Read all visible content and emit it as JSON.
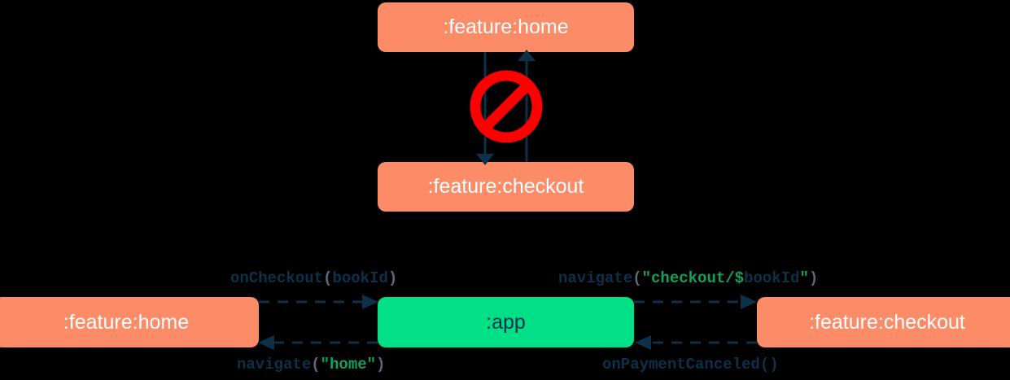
{
  "diagram": {
    "title": "module navigation dependency diagram",
    "colors": {
      "feature_module": "#FC8C68",
      "app_module": "#02E087",
      "arrow": "#0D3149",
      "forbidden": "#FF0000",
      "string_literal": "#14A05A",
      "paren": "#5B6B73",
      "feature_label_text": "#FFFFFF",
      "app_label_text": "#0D3149",
      "background": "#000000"
    },
    "top_section": {
      "nodes": [
        {
          "id": "home-top",
          "label": ":feature:home",
          "type": "feature"
        },
        {
          "id": "checkout-top",
          "label": ":feature:checkout",
          "type": "feature"
        }
      ],
      "edges": [
        {
          "id": "home-to-checkout",
          "from": ":feature:home",
          "to": ":feature:checkout",
          "direction": "down",
          "style": "solid",
          "label": ""
        },
        {
          "id": "checkout-to-home",
          "from": ":feature:checkout",
          "to": ":feature:home",
          "direction": "up",
          "style": "solid",
          "label": ""
        }
      ],
      "annotation": {
        "icon": "prohibition-sign",
        "meaning": "direct dependency between feature modules is not allowed"
      }
    },
    "bottom_section": {
      "nodes": [
        {
          "id": "home-bottom",
          "label": ":feature:home",
          "type": "feature"
        },
        {
          "id": "app",
          "label": ":app",
          "type": "app"
        },
        {
          "id": "checkout-bottom",
          "label": ":feature:checkout",
          "type": "feature"
        }
      ],
      "edges": [
        {
          "id": "home-to-app",
          "from": ":feature:home",
          "to": ":app",
          "direction": "right",
          "style": "dashed",
          "label_plain": "onCheckout(bookId)",
          "label_tokens": [
            {
              "text": "onCheckout",
              "kind": "fn"
            },
            {
              "text": "(",
              "kind": "paren"
            },
            {
              "text": "bookId",
              "kind": "ident"
            },
            {
              "text": ")",
              "kind": "paren"
            }
          ]
        },
        {
          "id": "app-to-checkout",
          "from": ":app",
          "to": ":feature:checkout",
          "direction": "right",
          "style": "dashed",
          "label_plain": "navigate(\"checkout/$bookId\")",
          "label_tokens": [
            {
              "text": "navigate",
              "kind": "fn"
            },
            {
              "text": "(",
              "kind": "paren"
            },
            {
              "text": "\"checkout/$",
              "kind": "str"
            },
            {
              "text": "bookId",
              "kind": "ident"
            },
            {
              "text": "\"",
              "kind": "str"
            },
            {
              "text": ")",
              "kind": "paren"
            }
          ]
        },
        {
          "id": "app-to-home",
          "from": ":app",
          "to": ":feature:home",
          "direction": "left",
          "style": "dashed",
          "label_plain": "navigate(\"home\")",
          "label_tokens": [
            {
              "text": "navigate",
              "kind": "fn"
            },
            {
              "text": "(",
              "kind": "paren"
            },
            {
              "text": "\"home\"",
              "kind": "str"
            },
            {
              "text": ")",
              "kind": "paren"
            }
          ]
        },
        {
          "id": "checkout-to-app",
          "from": ":feature:checkout",
          "to": ":app",
          "direction": "left",
          "style": "dashed",
          "label_plain": "onPaymentCanceled()",
          "label_tokens": [
            {
              "text": "onPaymentCanceled",
              "kind": "fn"
            },
            {
              "text": "()",
              "kind": "fn"
            }
          ]
        }
      ]
    }
  }
}
